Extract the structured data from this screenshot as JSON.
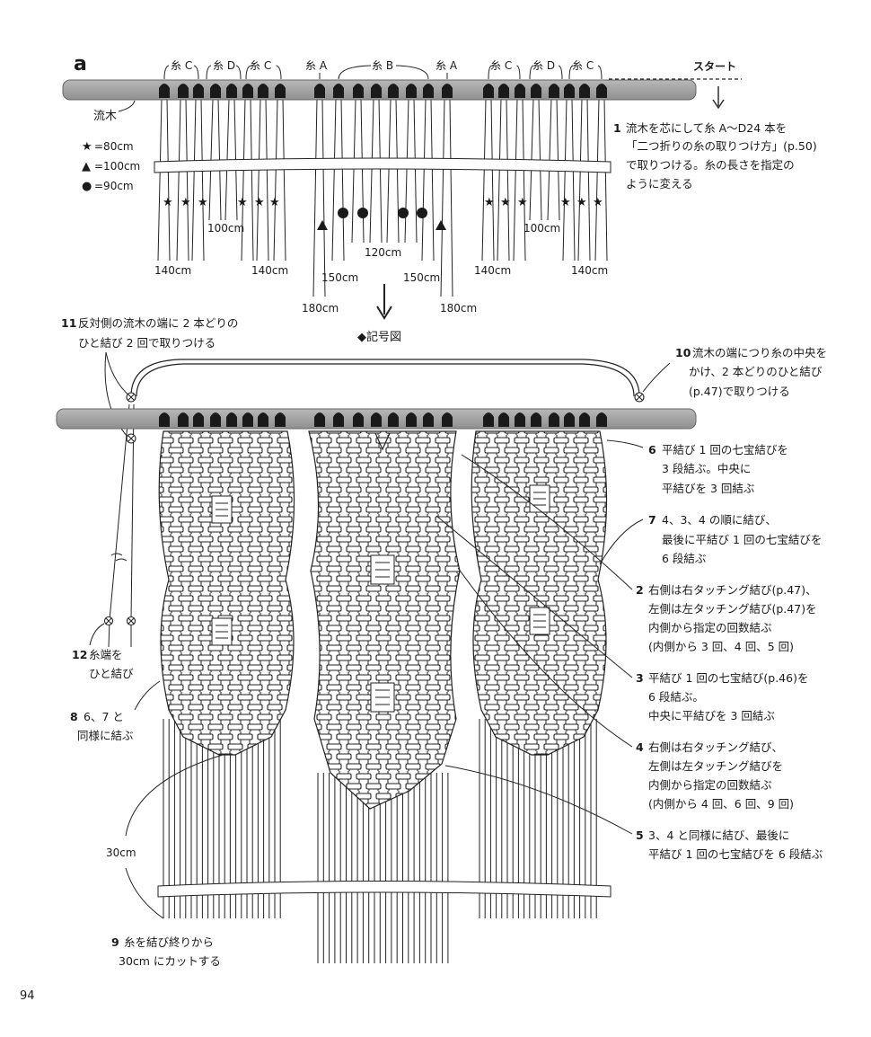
{
  "panel_label": "a",
  "page_number": "94",
  "start_label": "スタート",
  "driftwood_label": "流木",
  "legend": [
    {
      "symbol": "★",
      "text": "=80cm"
    },
    {
      "symbol": "▲",
      "text": "=100cm"
    },
    {
      "symbol": "●",
      "text": "=90cm"
    }
  ],
  "cord_groups": {
    "left_c1": "糸 C",
    "left_d": "糸 D",
    "left_c2": "糸 C",
    "mid_a1": "糸 A",
    "mid_b": "糸 B",
    "mid_a2": "糸 A",
    "right_c1": "糸 C",
    "right_d": "糸 D",
    "right_c2": "糸 C"
  },
  "lengths": {
    "l140a": "140cm",
    "l100a": "100cm",
    "l140b": "140cm",
    "l180a": "180cm",
    "l150a": "150cm",
    "l120": "120cm",
    "l150b": "150cm",
    "l180b": "180cm",
    "l140c": "140cm",
    "l100b": "100cm",
    "l140d": "140cm"
  },
  "symbol_chart_title": "◆記号図",
  "steps": {
    "s1": {
      "num": "1",
      "lines": [
        "流木を芯にして糸 A〜D24 本を",
        "「二つ折りの糸の取りつけ方」(p.50)",
        "で取りつける。糸の長さを指定の",
        "ように変える"
      ]
    },
    "s2": {
      "num": "2",
      "lines": [
        "右側は右タッチング結び(p.47)、",
        "左側は左タッチング結び(p.47)を",
        "内側から指定の回数結ぶ",
        "(内側から 3 回、4 回、5 回)"
      ]
    },
    "s3": {
      "num": "3",
      "lines": [
        "平結び 1 回の七宝結び(p.46)を",
        "6 段結ぶ。",
        "中央に平結びを 3 回結ぶ"
      ]
    },
    "s4": {
      "num": "4",
      "lines": [
        "右側は右タッチング結び、",
        "左側は左タッチング結びを",
        "内側から指定の回数結ぶ",
        "(内側から 4 回、6 回、9 回)"
      ]
    },
    "s5": {
      "num": "5",
      "lines": [
        "3、4 と同様に結び、最後に",
        "平結び 1 回の七宝結びを 6 段結ぶ"
      ]
    },
    "s6": {
      "num": "6",
      "lines": [
        "平結び 1 回の七宝結びを",
        "3 段結ぶ。中央に",
        "平結びを 3 回結ぶ"
      ]
    },
    "s7": {
      "num": "7",
      "lines": [
        "4、3、4 の順に結び、",
        "最後に平結び 1 回の七宝結びを",
        "6 段結ぶ"
      ]
    },
    "s8": {
      "num": "8",
      "lines": [
        "6、7 と",
        "同様に結ぶ"
      ]
    },
    "s9": {
      "num": "9",
      "lines": [
        "糸を結び終りから",
        "30cm にカットする"
      ]
    },
    "s10": {
      "num": "10",
      "lines": [
        "流木の端につり糸の中央を",
        "かけ、2 本どりのひと結び",
        "(p.47)で取りつける"
      ]
    },
    "s11": {
      "num": "11",
      "lines": [
        "反対側の流木の端に 2 本どりの",
        "ひと結び 2 回で取りつける"
      ]
    },
    "s12": {
      "num": "12",
      "lines": [
        "糸端を",
        "ひと結び"
      ]
    }
  },
  "cut_length": "30cm"
}
